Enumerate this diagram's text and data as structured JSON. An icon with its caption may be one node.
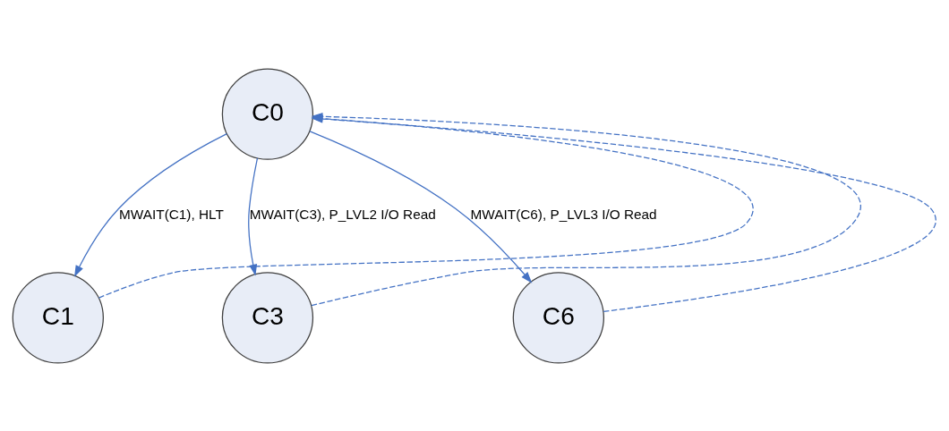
{
  "diagram": {
    "nodes": [
      {
        "text": [
          "C0"
        ]
      },
      {
        "text": [
          "C1"
        ]
      },
      {
        "text": [
          "C3"
        ]
      },
      {
        "text": [
          "C6"
        ]
      }
    ],
    "edges": [
      {
        "from": 0,
        "to": 1,
        "arrow": "to",
        "label": "MWAIT(C1), HLT"
      },
      {
        "from": 1,
        "to": 0,
        "arrow": "to",
        "style": "dashed"
      },
      {
        "from": 0,
        "to": 2,
        "arrow": "to",
        "label": "MWAIT(C3), P_LVL2 I/O Read"
      },
      {
        "from": 2,
        "to": 0,
        "arrow": "to",
        "style": "dashed"
      },
      {
        "from": 0,
        "to": 3,
        "arrow": "to",
        "label": "MWAIT(C6), P_LVL3 I/O Read"
      },
      {
        "from": 3,
        "to": 0,
        "arrow": "to",
        "style": "dashed"
      }
    ]
  }
}
